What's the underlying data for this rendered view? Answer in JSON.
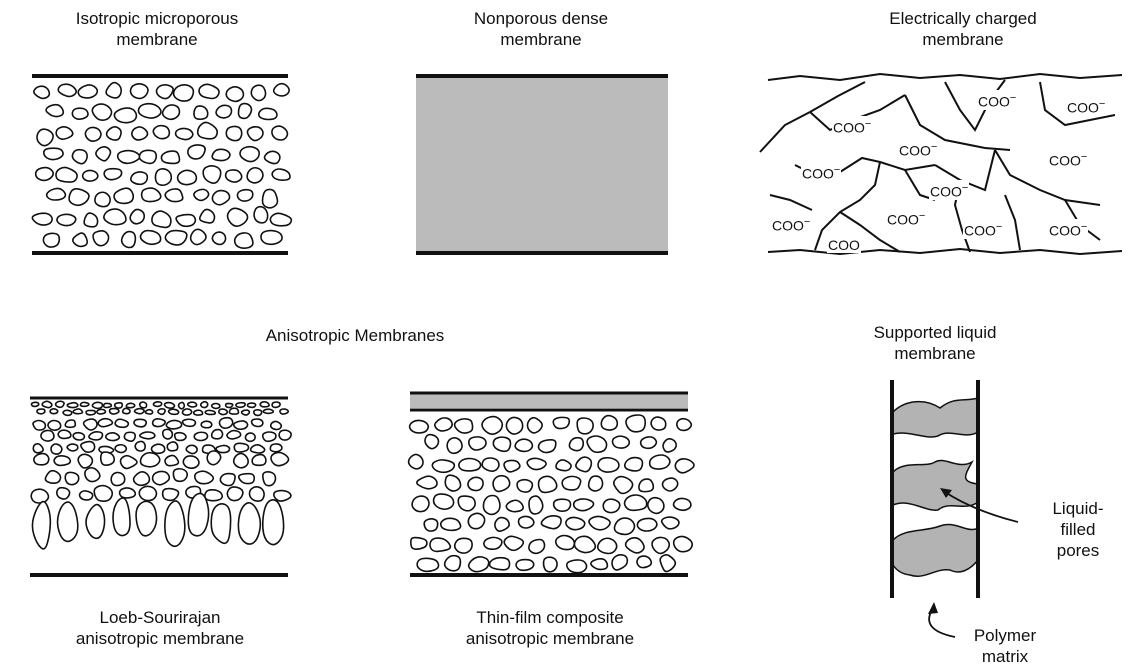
{
  "panels": {
    "isotropic": {
      "title": "Isotropic microporous\nmembrane"
    },
    "nonporous": {
      "title": "Nonporous dense\nmembrane"
    },
    "charged": {
      "title": "Electrically charged\nmembrane",
      "group_label": "COO",
      "charge": "−"
    },
    "anisotropic_heading": "Anisotropic Membranes",
    "loeb": {
      "title": "Loeb-Sourirajan\nanisotropic membrane"
    },
    "thinfilm": {
      "title": "Thin-film composite\nanisotropic membrane"
    },
    "liquid": {
      "title": "Supported liquid\nmembrane",
      "pores_label": "Liquid-\nfilled\npores",
      "matrix_label": "Polymer\nmatrix"
    }
  },
  "colors": {
    "line": "#111111",
    "dense_fill": "#bbbbbb",
    "liquid_fill": "#b3b3b3"
  }
}
